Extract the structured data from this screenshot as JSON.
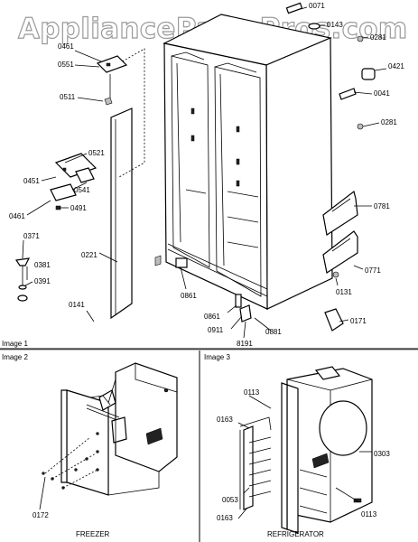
{
  "watermark": "AppliancePartsPros.com",
  "panel_captions": {
    "image1": "Image 1",
    "image2": "Image 2",
    "image3": "Image 3"
  },
  "freezer_label": "FREEZER",
  "refrigerator_label": "REFRIGERATOR",
  "part_labels": {
    "p0071": "0071",
    "p0143": "0143",
    "p0281a": "0281",
    "p0421": "0421",
    "p0041": "0041",
    "p0281b": "0281",
    "p0461a": "0461",
    "p0551": "0551",
    "p0511": "0511",
    "p0521": "0521",
    "p0451": "0451",
    "p0541": "0541",
    "p0461b": "0461",
    "p0491": "0491",
    "p0371": "0371",
    "p0381": "0381",
    "p0391": "0391",
    "p0221": "0221",
    "p0141": "0141",
    "p0861a": "0861",
    "p0861b": "0861",
    "p0911": "0911",
    "p8191": "8191",
    "p0881": "0881",
    "p0131": "0131",
    "p0171": "0171",
    "p0781": "0781",
    "p0771": "0771",
    "p0172": "0172",
    "p0113a": "0113",
    "p0163a": "0163",
    "p0163b": "0163",
    "p0303": "0303",
    "p0053": "0053",
    "p0113b": "0113"
  }
}
